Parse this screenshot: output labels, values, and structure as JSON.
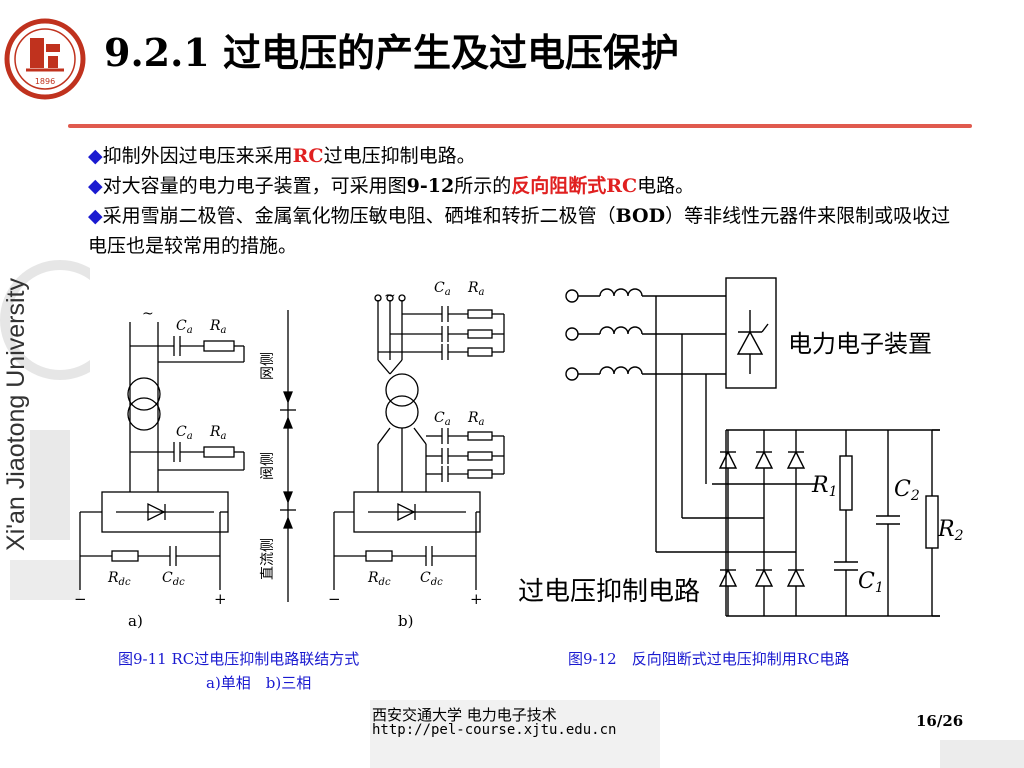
{
  "slide": {
    "title": "9.2.1 过电压的产生及过电压保护",
    "bullets": [
      {
        "pre": "抑制外因过电压来采用",
        "highlight": "RC",
        "post": "过电压抑制电路。"
      },
      {
        "pre": "对大容量的电力电子装置，可采用图",
        "bold": "9-12",
        "mid": "所示的",
        "highlight": "反向阻断式RC",
        "post": "电路。"
      },
      {
        "pre": "采用雪崩二极管、金属氧化物压敏电阻、硒堆和转折二极管（",
        "bold": "BOD",
        "post": "）等非线性元器件来限制或吸收过电压也是较常用的措施。"
      }
    ],
    "bullet_glyph": "◆",
    "watermark": "Xi'an Jiaotong University",
    "logo_year": "1896",
    "colors": {
      "bullet": "#1a1ad0",
      "highlight": "#e02020",
      "rule": "#e05a4e",
      "logo": "#c0321e"
    }
  },
  "figure_9_11": {
    "labels": {
      "ca": "C",
      "ca_sub": "a",
      "ra": "R",
      "ra_sub": "a",
      "rdc": "R",
      "rdc_sub": "dc",
      "cdc": "C",
      "cdc_sub": "dc",
      "tilde": "~",
      "minus": "−",
      "plus": "+",
      "net_side": "网侧",
      "valve_side": "阀侧",
      "dc_side": "直流侧",
      "part_a": "a)",
      "part_b": "b)"
    },
    "caption": "图9-11 RC过电压抑制电路联结方式",
    "subcaption": "a)单相　b)三相"
  },
  "figure_9_12": {
    "device_label": "电力电子装置",
    "circuit_label": "过电压抑制电路",
    "r1": "R",
    "r1_sub": "1",
    "r2": "R",
    "r2_sub": "2",
    "c1": "C",
    "c1_sub": "1",
    "c2": "C",
    "c2_sub": "2",
    "caption": "图9-12　反向阻断式过电压抑制用RC电路"
  },
  "footer": {
    "brand": "西安交通大学 电力电子技术",
    "url": "http://pel-course.xjtu.edu.cn",
    "page": "16/26"
  }
}
